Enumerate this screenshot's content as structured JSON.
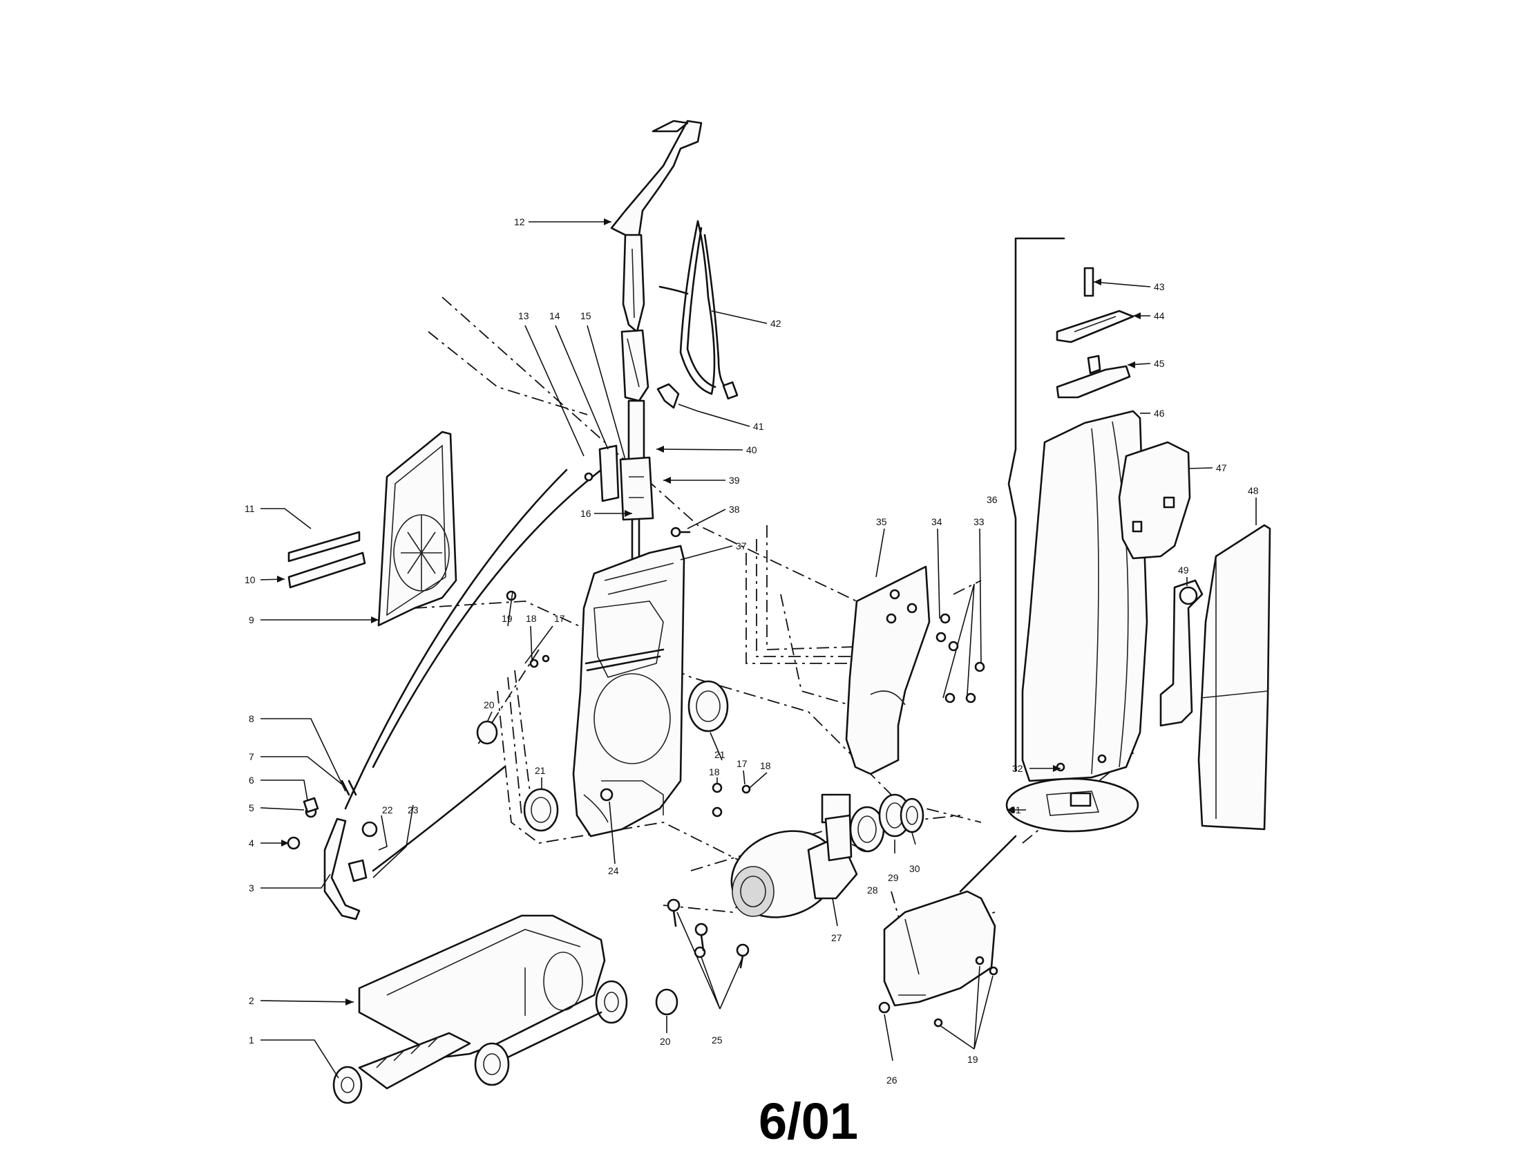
{
  "date_stamp": "6/01",
  "callouts": [
    "1",
    "2",
    "3",
    "4",
    "5",
    "6",
    "7",
    "8",
    "9",
    "10",
    "11",
    "12",
    "13",
    "14",
    "15",
    "16",
    "17",
    "18",
    "19",
    "20",
    "21",
    "22",
    "23",
    "24",
    "25",
    "26",
    "27",
    "28",
    "29",
    "30",
    "31",
    "32",
    "33",
    "34",
    "35",
    "36",
    "37",
    "38",
    "39",
    "40",
    "41",
    "42",
    "43",
    "44",
    "45",
    "46",
    "47",
    "48",
    "49"
  ],
  "callouts_repeated": {
    "17": "17",
    "18": "18",
    "19": "19",
    "20": "20",
    "21": "21"
  }
}
